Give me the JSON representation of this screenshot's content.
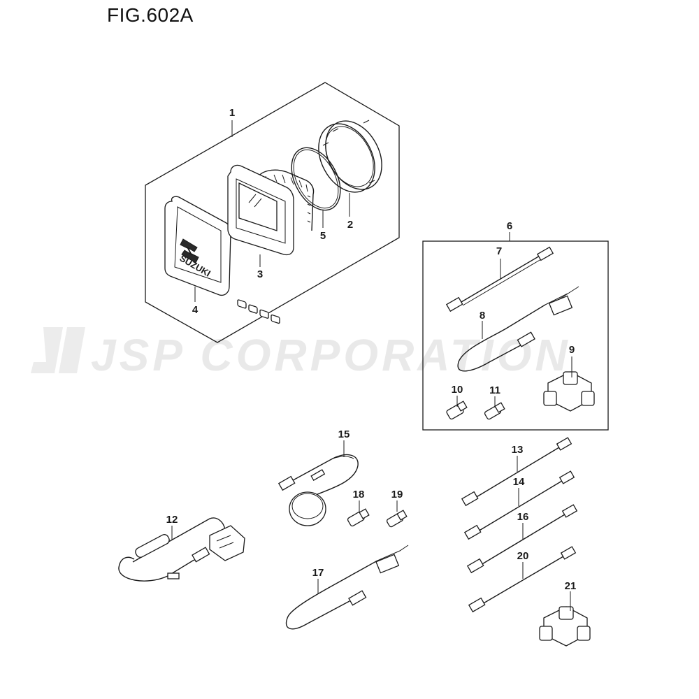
{
  "figure": {
    "title": "FIG.602A"
  },
  "watermark": {
    "text": "JSP CORPORATION"
  },
  "parts": [
    {
      "id": "p1",
      "label": "1"
    },
    {
      "id": "p2",
      "label": "2"
    },
    {
      "id": "p3",
      "label": "3"
    },
    {
      "id": "p4",
      "label": "4"
    },
    {
      "id": "p5",
      "label": "5"
    },
    {
      "id": "p6",
      "label": "6"
    },
    {
      "id": "p7",
      "label": "7"
    },
    {
      "id": "p8",
      "label": "8"
    },
    {
      "id": "p9",
      "label": "9"
    },
    {
      "id": "p10",
      "label": "10"
    },
    {
      "id": "p11",
      "label": "11"
    },
    {
      "id": "p12",
      "label": "12"
    },
    {
      "id": "p13",
      "label": "13"
    },
    {
      "id": "p14",
      "label": "14"
    },
    {
      "id": "p15",
      "label": "15"
    },
    {
      "id": "p16",
      "label": "16"
    },
    {
      "id": "p17",
      "label": "17"
    },
    {
      "id": "p18",
      "label": "18"
    },
    {
      "id": "p19",
      "label": "19"
    },
    {
      "id": "p20",
      "label": "20"
    },
    {
      "id": "p21",
      "label": "21"
    }
  ],
  "logo": {
    "text": "SUZUKI",
    "icon": "suzuki-s-logo-icon"
  },
  "colors": {
    "line": "#1a1a1a",
    "watermark": "#e9e9e9"
  }
}
